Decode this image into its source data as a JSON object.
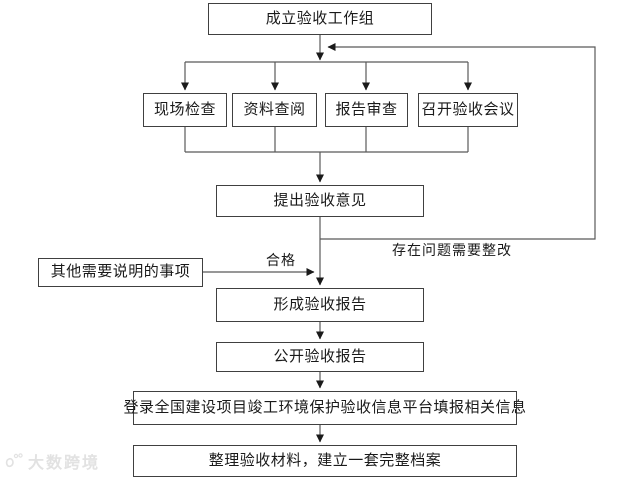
{
  "flowchart": {
    "nodes": {
      "start": {
        "label": "成立验收工作组"
      },
      "site": {
        "label": "现场检查"
      },
      "docs": {
        "label": "资料查阅"
      },
      "report": {
        "label": "报告审查"
      },
      "meeting": {
        "label": "召开验收会议"
      },
      "opinion": {
        "label": "提出验收意见"
      },
      "other": {
        "label": "其他需要说明的事项"
      },
      "form": {
        "label": "形成验收报告"
      },
      "publish": {
        "label": "公开验收报告"
      },
      "platform": {
        "label": "登录全国建设项目竣工环境保护验收信息平台填报相关信息"
      },
      "archive": {
        "label": "整理验收材料，建立一套完整档案"
      }
    },
    "edge_labels": {
      "qualified": "合格",
      "rectify": "存在问题需要整改"
    },
    "colors": {
      "line": "#595959",
      "border": "#404040",
      "text": "#1a1a1a",
      "watermark": "#e2e2e2"
    }
  },
  "watermark": {
    "text": "大数跨境"
  }
}
